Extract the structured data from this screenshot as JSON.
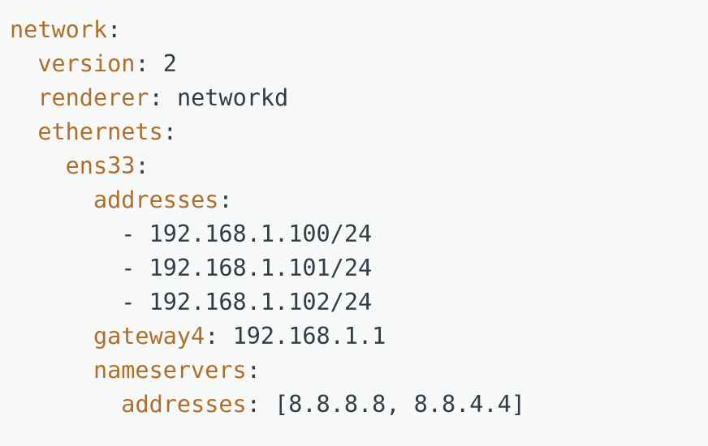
{
  "page": {
    "background": "#f7f8f8"
  },
  "code_block": {
    "colors": {
      "key": "#b06e2b",
      "text": "#353b46"
    },
    "lines": [
      {
        "segments": [
          {
            "type": "key",
            "text": "network"
          },
          {
            "type": "punct",
            "text": ":"
          }
        ]
      },
      {
        "segments": [
          {
            "type": "indent",
            "text": "  "
          },
          {
            "type": "key",
            "text": "version"
          },
          {
            "type": "punct",
            "text": ": "
          },
          {
            "type": "value",
            "text": "2"
          }
        ]
      },
      {
        "segments": [
          {
            "type": "indent",
            "text": "  "
          },
          {
            "type": "key",
            "text": "renderer"
          },
          {
            "type": "punct",
            "text": ": "
          },
          {
            "type": "value",
            "text": "networkd"
          }
        ]
      },
      {
        "segments": [
          {
            "type": "indent",
            "text": "  "
          },
          {
            "type": "key",
            "text": "ethernets"
          },
          {
            "type": "punct",
            "text": ":"
          }
        ]
      },
      {
        "segments": [
          {
            "type": "indent",
            "text": "    "
          },
          {
            "type": "key",
            "text": "ens33"
          },
          {
            "type": "punct",
            "text": ":"
          }
        ]
      },
      {
        "segments": [
          {
            "type": "indent",
            "text": "      "
          },
          {
            "type": "key",
            "text": "addresses"
          },
          {
            "type": "punct",
            "text": ":"
          }
        ]
      },
      {
        "segments": [
          {
            "type": "indent",
            "text": "        "
          },
          {
            "type": "punct",
            "text": "- "
          },
          {
            "type": "value",
            "text": "192.168.1.100/24"
          }
        ]
      },
      {
        "segments": [
          {
            "type": "indent",
            "text": "        "
          },
          {
            "type": "punct",
            "text": "- "
          },
          {
            "type": "value",
            "text": "192.168.1.101/24"
          }
        ]
      },
      {
        "segments": [
          {
            "type": "indent",
            "text": "        "
          },
          {
            "type": "punct",
            "text": "- "
          },
          {
            "type": "value",
            "text": "192.168.1.102/24"
          }
        ]
      },
      {
        "segments": [
          {
            "type": "indent",
            "text": "      "
          },
          {
            "type": "key",
            "text": "gateway4"
          },
          {
            "type": "punct",
            "text": ": "
          },
          {
            "type": "value",
            "text": "192.168.1.1"
          }
        ]
      },
      {
        "segments": [
          {
            "type": "indent",
            "text": "      "
          },
          {
            "type": "key",
            "text": "nameservers"
          },
          {
            "type": "punct",
            "text": ":"
          }
        ]
      },
      {
        "segments": [
          {
            "type": "indent",
            "text": "        "
          },
          {
            "type": "key",
            "text": "addresses"
          },
          {
            "type": "punct",
            "text": ": "
          },
          {
            "type": "value",
            "text": "[8.8.8.8, 8.8.4.4]"
          }
        ]
      }
    ]
  }
}
